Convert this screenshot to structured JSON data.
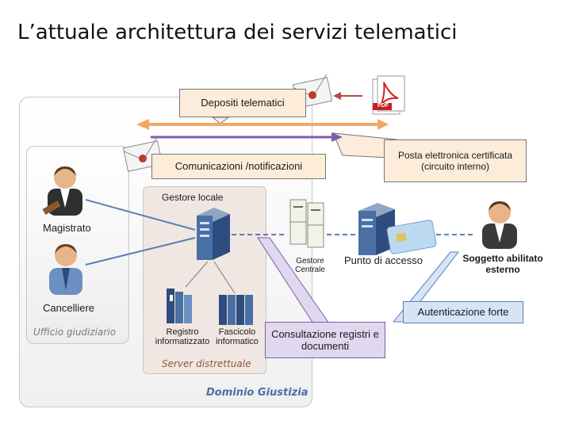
{
  "title": "L’attuale architettura dei servizi telematici",
  "labels": {
    "depositi": "Depositi  telematici",
    "comunicazioni": "Comunicazioni /notificazioni",
    "pec": "Posta elettronica certificata (circuito interno)",
    "gestore_locale": "Gestore locale",
    "magistrato": "Magistrato",
    "cancelliere": "Cancelliere",
    "ufficio_giudiziario": "Ufficio giudiziario",
    "registro": "Registro informatizzato",
    "fascicolo": "Fascicolo informatico",
    "server_distrettuale": "Server distrettuale",
    "dominio_giustizia": "Dominio Giustizia",
    "gestore_centrale": "Gestore Centrale",
    "punto_accesso": "Punto di accesso",
    "soggetto": "Soggetto abilitato esterno",
    "autenticazione": "Autenticazione forte",
    "consultazione": "Consultazione registri e documenti",
    "pdf_tag": "PDF"
  },
  "colors": {
    "callout_fill": "#fdecd9",
    "orange_arrow": "#f0a868",
    "purple_arrow": "#7b5ea7",
    "blue_line": "#5a7fb5",
    "red_arrow": "#b04a4a"
  }
}
